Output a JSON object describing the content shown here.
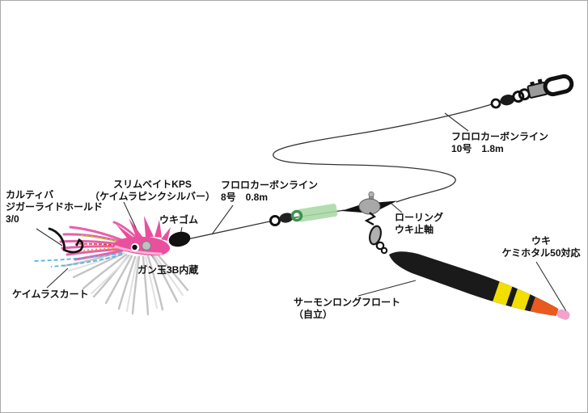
{
  "labels": {
    "hook": {
      "line1": "カルティバ",
      "line2": "ジガーライドホールド",
      "line3": "3/0"
    },
    "slim_bait": {
      "line1": "スリムベイトKPS",
      "line2": "（ケイムラピンクシルバー）"
    },
    "uki_gomu": {
      "text": "ウキゴム"
    },
    "line_lower": {
      "line1": "フロロカーボンライン",
      "line2": "8号　0.8m"
    },
    "gandama": {
      "text": "ガン玉3B内蔵"
    },
    "skirt": {
      "text": "ケイムラスカート"
    },
    "stopper": {
      "line1": "ローリング",
      "line2": "ウキ止軸"
    },
    "line_upper": {
      "line1": "フロロカーボンライン",
      "line2": "10号　1.8m"
    },
    "float_tip": {
      "line1": "ウキ",
      "line2": "ケミホタル50対応"
    },
    "float_body": {
      "line1": "サーモンロングフロート",
      "line2": "（自立）"
    }
  },
  "colors": {
    "line": "#333333",
    "lure_pink": "#ea4f9e",
    "lure_pink_light": "#f8b4d6",
    "skirt_pink": "#e75fa8",
    "skirt_gray": "#c4c4c4",
    "flash_yellow": "#b9cc3a",
    "flash_red": "#e04545",
    "flash_orange": "#f09a2e",
    "flash_blue": "#5ab2e0",
    "tube_green": "#a8d8a6",
    "tube_ring_green": "#3f9150",
    "float_black": "#1a1a1a",
    "float_yellow": "#f2df00",
    "float_orange": "#e85a1e",
    "float_tip_pink": "#f2a2cb",
    "metal_gray": "#a8a8a8"
  }
}
